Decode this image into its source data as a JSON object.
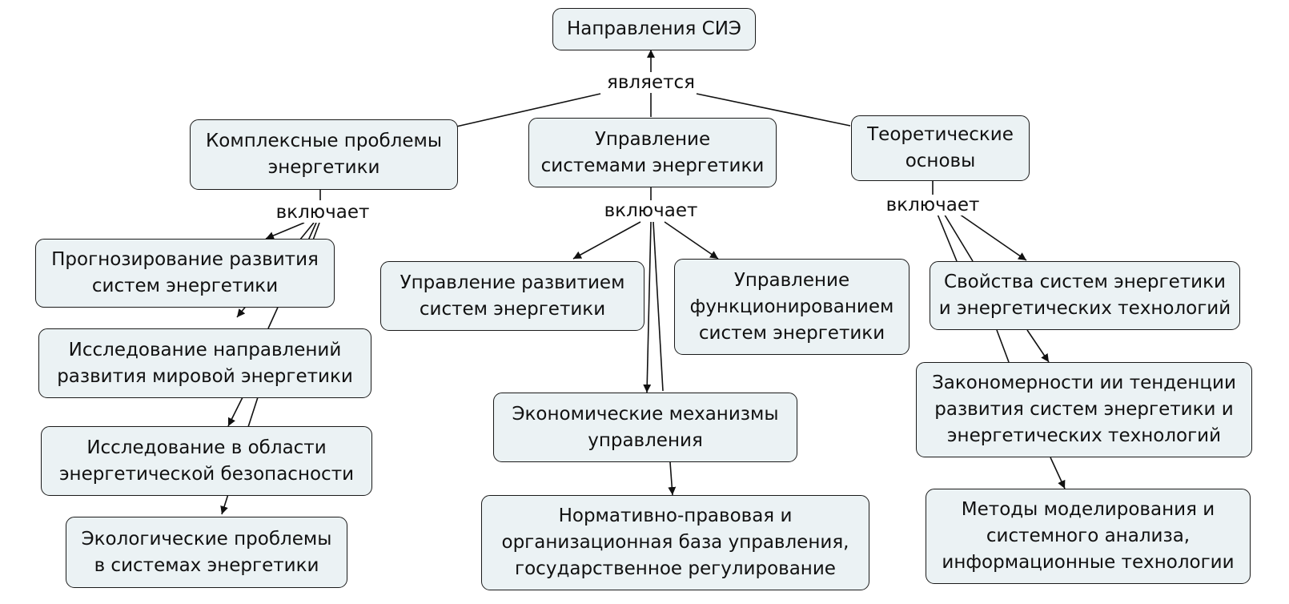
{
  "diagram": {
    "root": {
      "text": "Направления СИЭ"
    },
    "root_link": {
      "text": "является"
    },
    "branches": [
      {
        "text": "Комплексные проблемы\nэнергетики",
        "link": "включает",
        "children": [
          {
            "text": "Прогнозирование развития\nсистем энергетики"
          },
          {
            "text": "Исследование направлений\nразвития мировой энергетики"
          },
          {
            "text": "Исследование в области\nэнергетической безопасности"
          },
          {
            "text": "Экологические проблемы\nв системах энергетики"
          }
        ]
      },
      {
        "text": "Управление\nсистемами энергетики",
        "link": "включает",
        "children": [
          {
            "text": "Управление развитием\nсистем энергетики"
          },
          {
            "text": "Управление\nфункционированием\nсистем энергетики"
          },
          {
            "text": "Экономические механизмы\nуправления"
          },
          {
            "text": "Нормативно-правовая и\nорганизационная база управления,\nгосударственное регулирование"
          }
        ]
      },
      {
        "text": "Теоретические\nосновы",
        "link": "включает",
        "children": [
          {
            "text": "Свойства систем энергетики\nи энергетических технологий"
          },
          {
            "text": "Закономерности ии тенденции\nразвития систем энергетики и\nэнергетических технологий"
          },
          {
            "text": "Методы моделирования и\nсистемного анализа,\nинформационные технологии"
          }
        ]
      }
    ],
    "colors": {
      "node_fill": "#ebf2f4",
      "node_border": "#1a1a1a",
      "line": "#111111"
    }
  }
}
